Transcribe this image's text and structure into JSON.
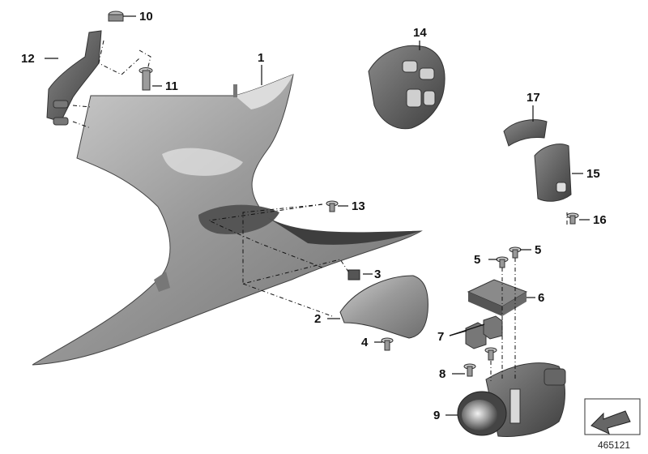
{
  "callouts": {
    "c1": "1",
    "c2": "2",
    "c3": "3",
    "c4": "4",
    "c5a": "5",
    "c5b": "5",
    "c6": "6",
    "c7": "7",
    "c8": "8",
    "c9": "9",
    "c10": "10",
    "c11": "11",
    "c12": "12",
    "c13": "13",
    "c14": "14",
    "c15": "15",
    "c16": "16",
    "c17": "17"
  },
  "document_number": "465121",
  "colors": {
    "part_fill": "#8e8e8e",
    "part_dark": "#5f5f5f",
    "part_light": "#c4c4c4",
    "line": "#111111"
  }
}
